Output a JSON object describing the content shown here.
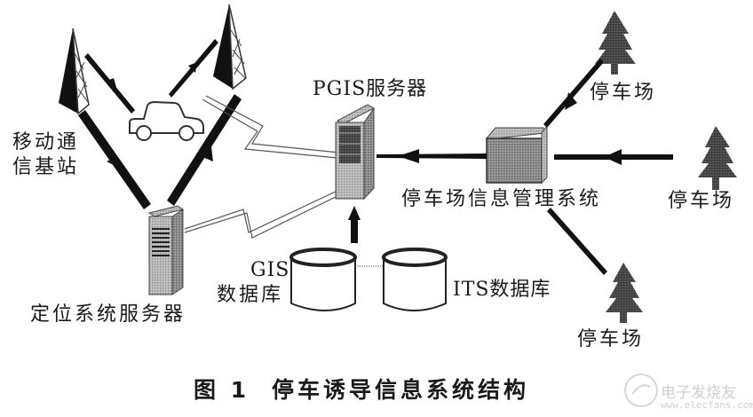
{
  "diagram": {
    "caption_number": "图 1",
    "caption_title": "停车诱导信息系统结构",
    "nodes": {
      "base_station_line1": "移动通",
      "base_station_line2": "信基站",
      "pgis_server": "PGIS服务器",
      "location_server": "定位系统服务器",
      "parking_info_system": "停车场信息管理系统",
      "gis_db_line1": "GIS",
      "gis_db_line2": "数据库",
      "its_db": "ITS数据库",
      "parking_lot_1": "停车场",
      "parking_lot_2": "停车场",
      "parking_lot_3": "停车场"
    },
    "edges": [
      {
        "from": "base-station-left",
        "to": "car",
        "type": "arrow"
      },
      {
        "from": "car",
        "to": "base-station-right",
        "type": "arrow"
      },
      {
        "from": "base-station-left",
        "to": "location-server",
        "type": "arrow"
      },
      {
        "from": "base-station-right",
        "to": "location-server",
        "type": "arrow"
      },
      {
        "from": "car",
        "to": "pgis-server",
        "type": "wireless"
      },
      {
        "from": "location-server",
        "to": "pgis-server",
        "type": "wireless"
      },
      {
        "from": "parking-info-system",
        "to": "pgis-server",
        "type": "arrow"
      },
      {
        "from": "gis-database",
        "to": "pgis-server",
        "type": "arrow"
      },
      {
        "from": "gis-database",
        "to": "its-database",
        "type": "line"
      },
      {
        "from": "parking-lot-1",
        "to": "parking-info-system",
        "type": "arrow"
      },
      {
        "from": "parking-lot-2",
        "to": "parking-info-system",
        "type": "arrow"
      },
      {
        "from": "parking-lot-3",
        "to": "parking-info-system",
        "type": "arrow"
      }
    ]
  },
  "watermark": {
    "brand": "电子发烧友",
    "url": "www.elecfans.com"
  }
}
